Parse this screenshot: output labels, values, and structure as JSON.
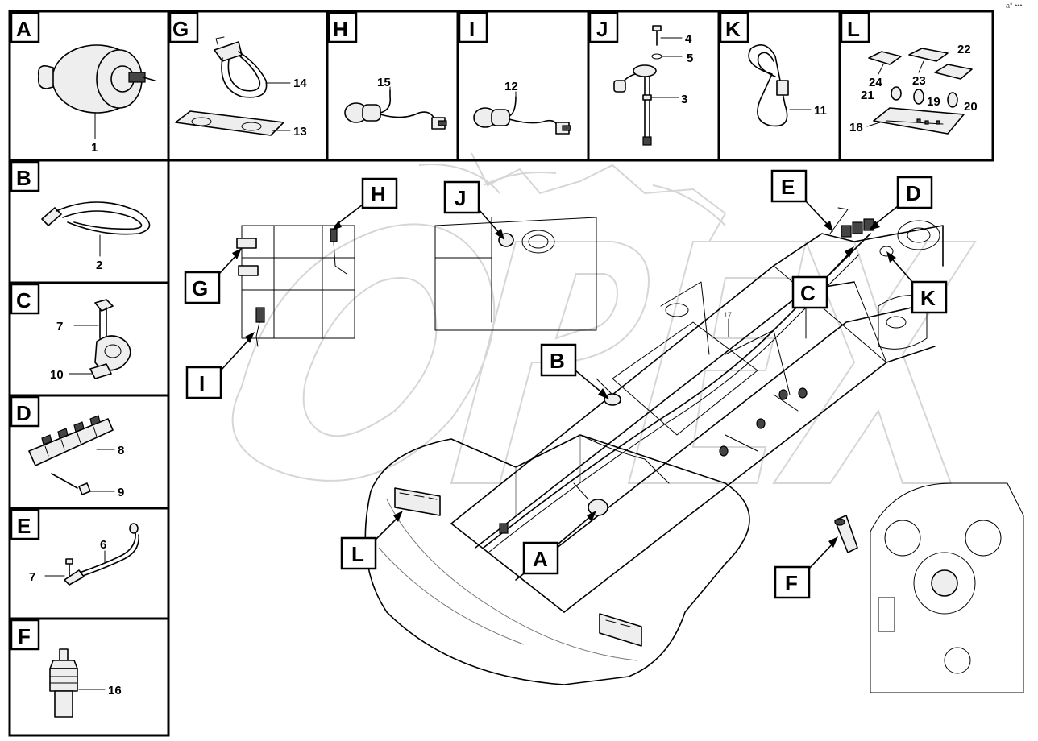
{
  "panels": {
    "A": {
      "letter": "A",
      "parts": [
        "1"
      ]
    },
    "G": {
      "letter": "G",
      "parts": [
        "14",
        "13"
      ]
    },
    "H": {
      "letter": "H",
      "parts": [
        "15"
      ]
    },
    "I": {
      "letter": "I",
      "parts": [
        "12"
      ]
    },
    "J": {
      "letter": "J",
      "parts": [
        "4",
        "5",
        "3"
      ]
    },
    "K": {
      "letter": "K",
      "parts": [
        "11"
      ]
    },
    "L": {
      "letter": "L",
      "parts": [
        "22",
        "24",
        "23",
        "21",
        "19",
        "20",
        "18"
      ]
    },
    "B": {
      "letter": "B",
      "parts": [
        "2"
      ]
    },
    "C": {
      "letter": "C",
      "parts": [
        "7",
        "10"
      ]
    },
    "D": {
      "letter": "D",
      "parts": [
        "8",
        "9"
      ]
    },
    "E": {
      "letter": "E",
      "parts": [
        "6",
        "7"
      ]
    },
    "F": {
      "letter": "F",
      "parts": [
        "16"
      ]
    }
  },
  "main_callouts": [
    "H",
    "J",
    "E",
    "D",
    "G",
    "C",
    "K",
    "I",
    "B",
    "A",
    "L",
    "F"
  ],
  "main_part_number": "17",
  "corner_mark": "a° •••"
}
